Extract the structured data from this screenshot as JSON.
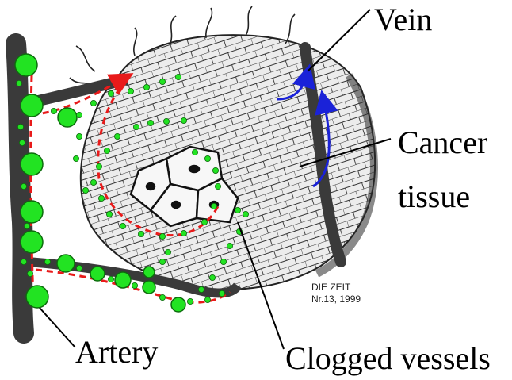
{
  "labels": {
    "vein": "Vein",
    "cancer_line1": "Cancer",
    "cancer_line2": "tissue",
    "artery": "Artery",
    "clogged": "Clogged vessels"
  },
  "credit": {
    "line1": "DIE ZEIT",
    "line2": "Nr.13, 1999"
  },
  "colors": {
    "background": "#ffffff",
    "nodule": "#22e322",
    "nodule_outline": "#0d6b0d",
    "blood_flow_arterial": "#e81a1a",
    "blood_flow_venous": "#1a22d8",
    "vessel": "#3a3a3a",
    "tissue_fill": "#e9e9e9",
    "tissue_lines": "#1a1a1a"
  },
  "icons": {
    "artery_flow": "red-dashed-arrow",
    "vein_flow": "blue-arrow"
  }
}
